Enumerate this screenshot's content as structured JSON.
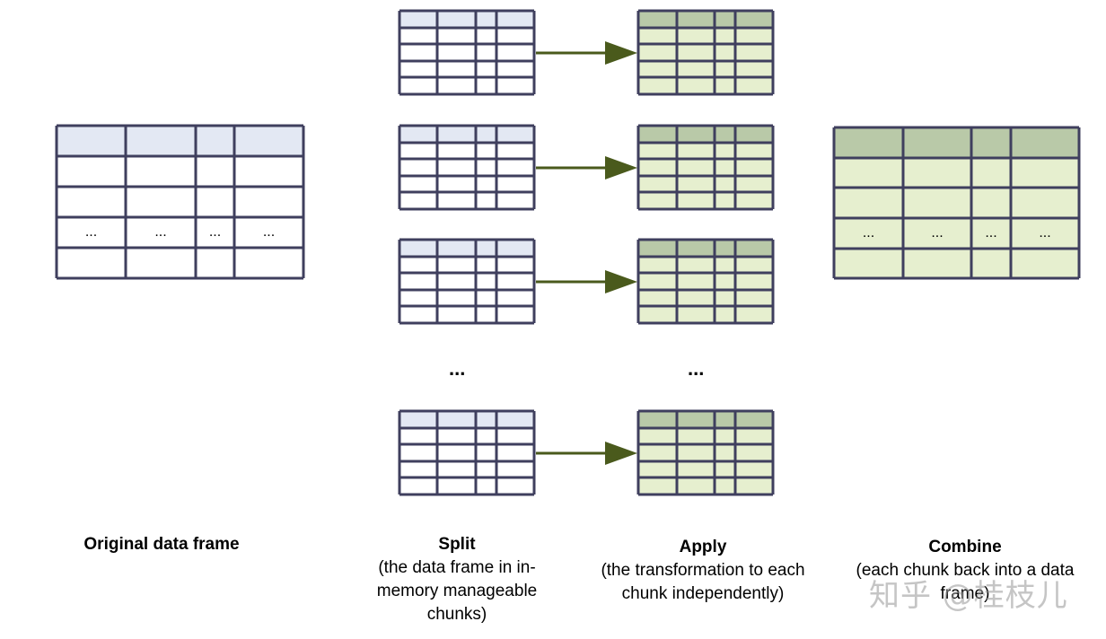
{
  "colors": {
    "grid_line": "#3f3f5e",
    "original_header": "#e3e8f3",
    "applied_header": "#b9c9a8",
    "applied_body": "#e6efcf",
    "arrow": "#4a5a1c"
  },
  "original": {
    "cell_ellipsis": "...",
    "label_title": "Original data frame"
  },
  "split": {
    "label_title": "Split",
    "label_sub": "(the data frame in in-memory manageable chunks)",
    "ellipsis": "..."
  },
  "apply": {
    "label_title": "Apply",
    "label_sub": "(the transformation to each chunk independently)",
    "ellipsis": "..."
  },
  "combine": {
    "cell_ellipsis": "...",
    "label_title": "Combine",
    "label_sub": "(each chunk back into a data frame)"
  },
  "watermark": "知乎 @桂枝儿"
}
